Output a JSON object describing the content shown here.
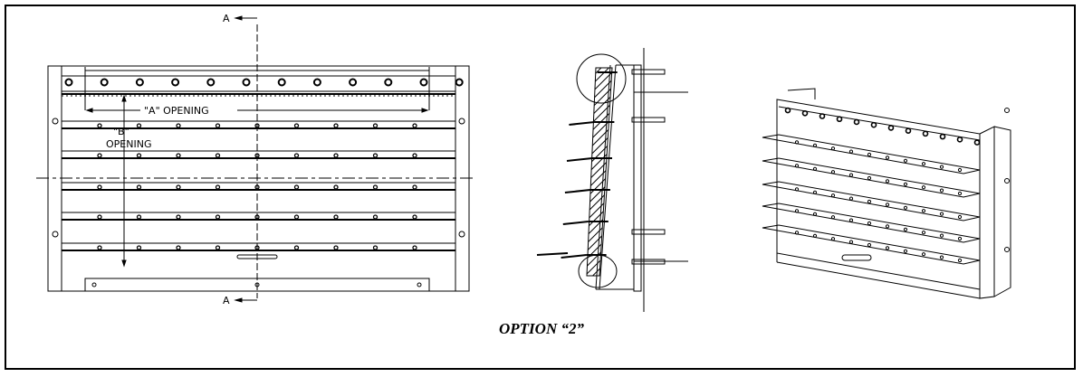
{
  "drawing": {
    "section_label_top": "A",
    "section_label_bottom": "A",
    "dim_a_label": "\"A\"  OPENING",
    "dim_b_label_1": "\"B\"",
    "dim_b_label_2": "OPENING",
    "caption": "OPTION “2”"
  }
}
